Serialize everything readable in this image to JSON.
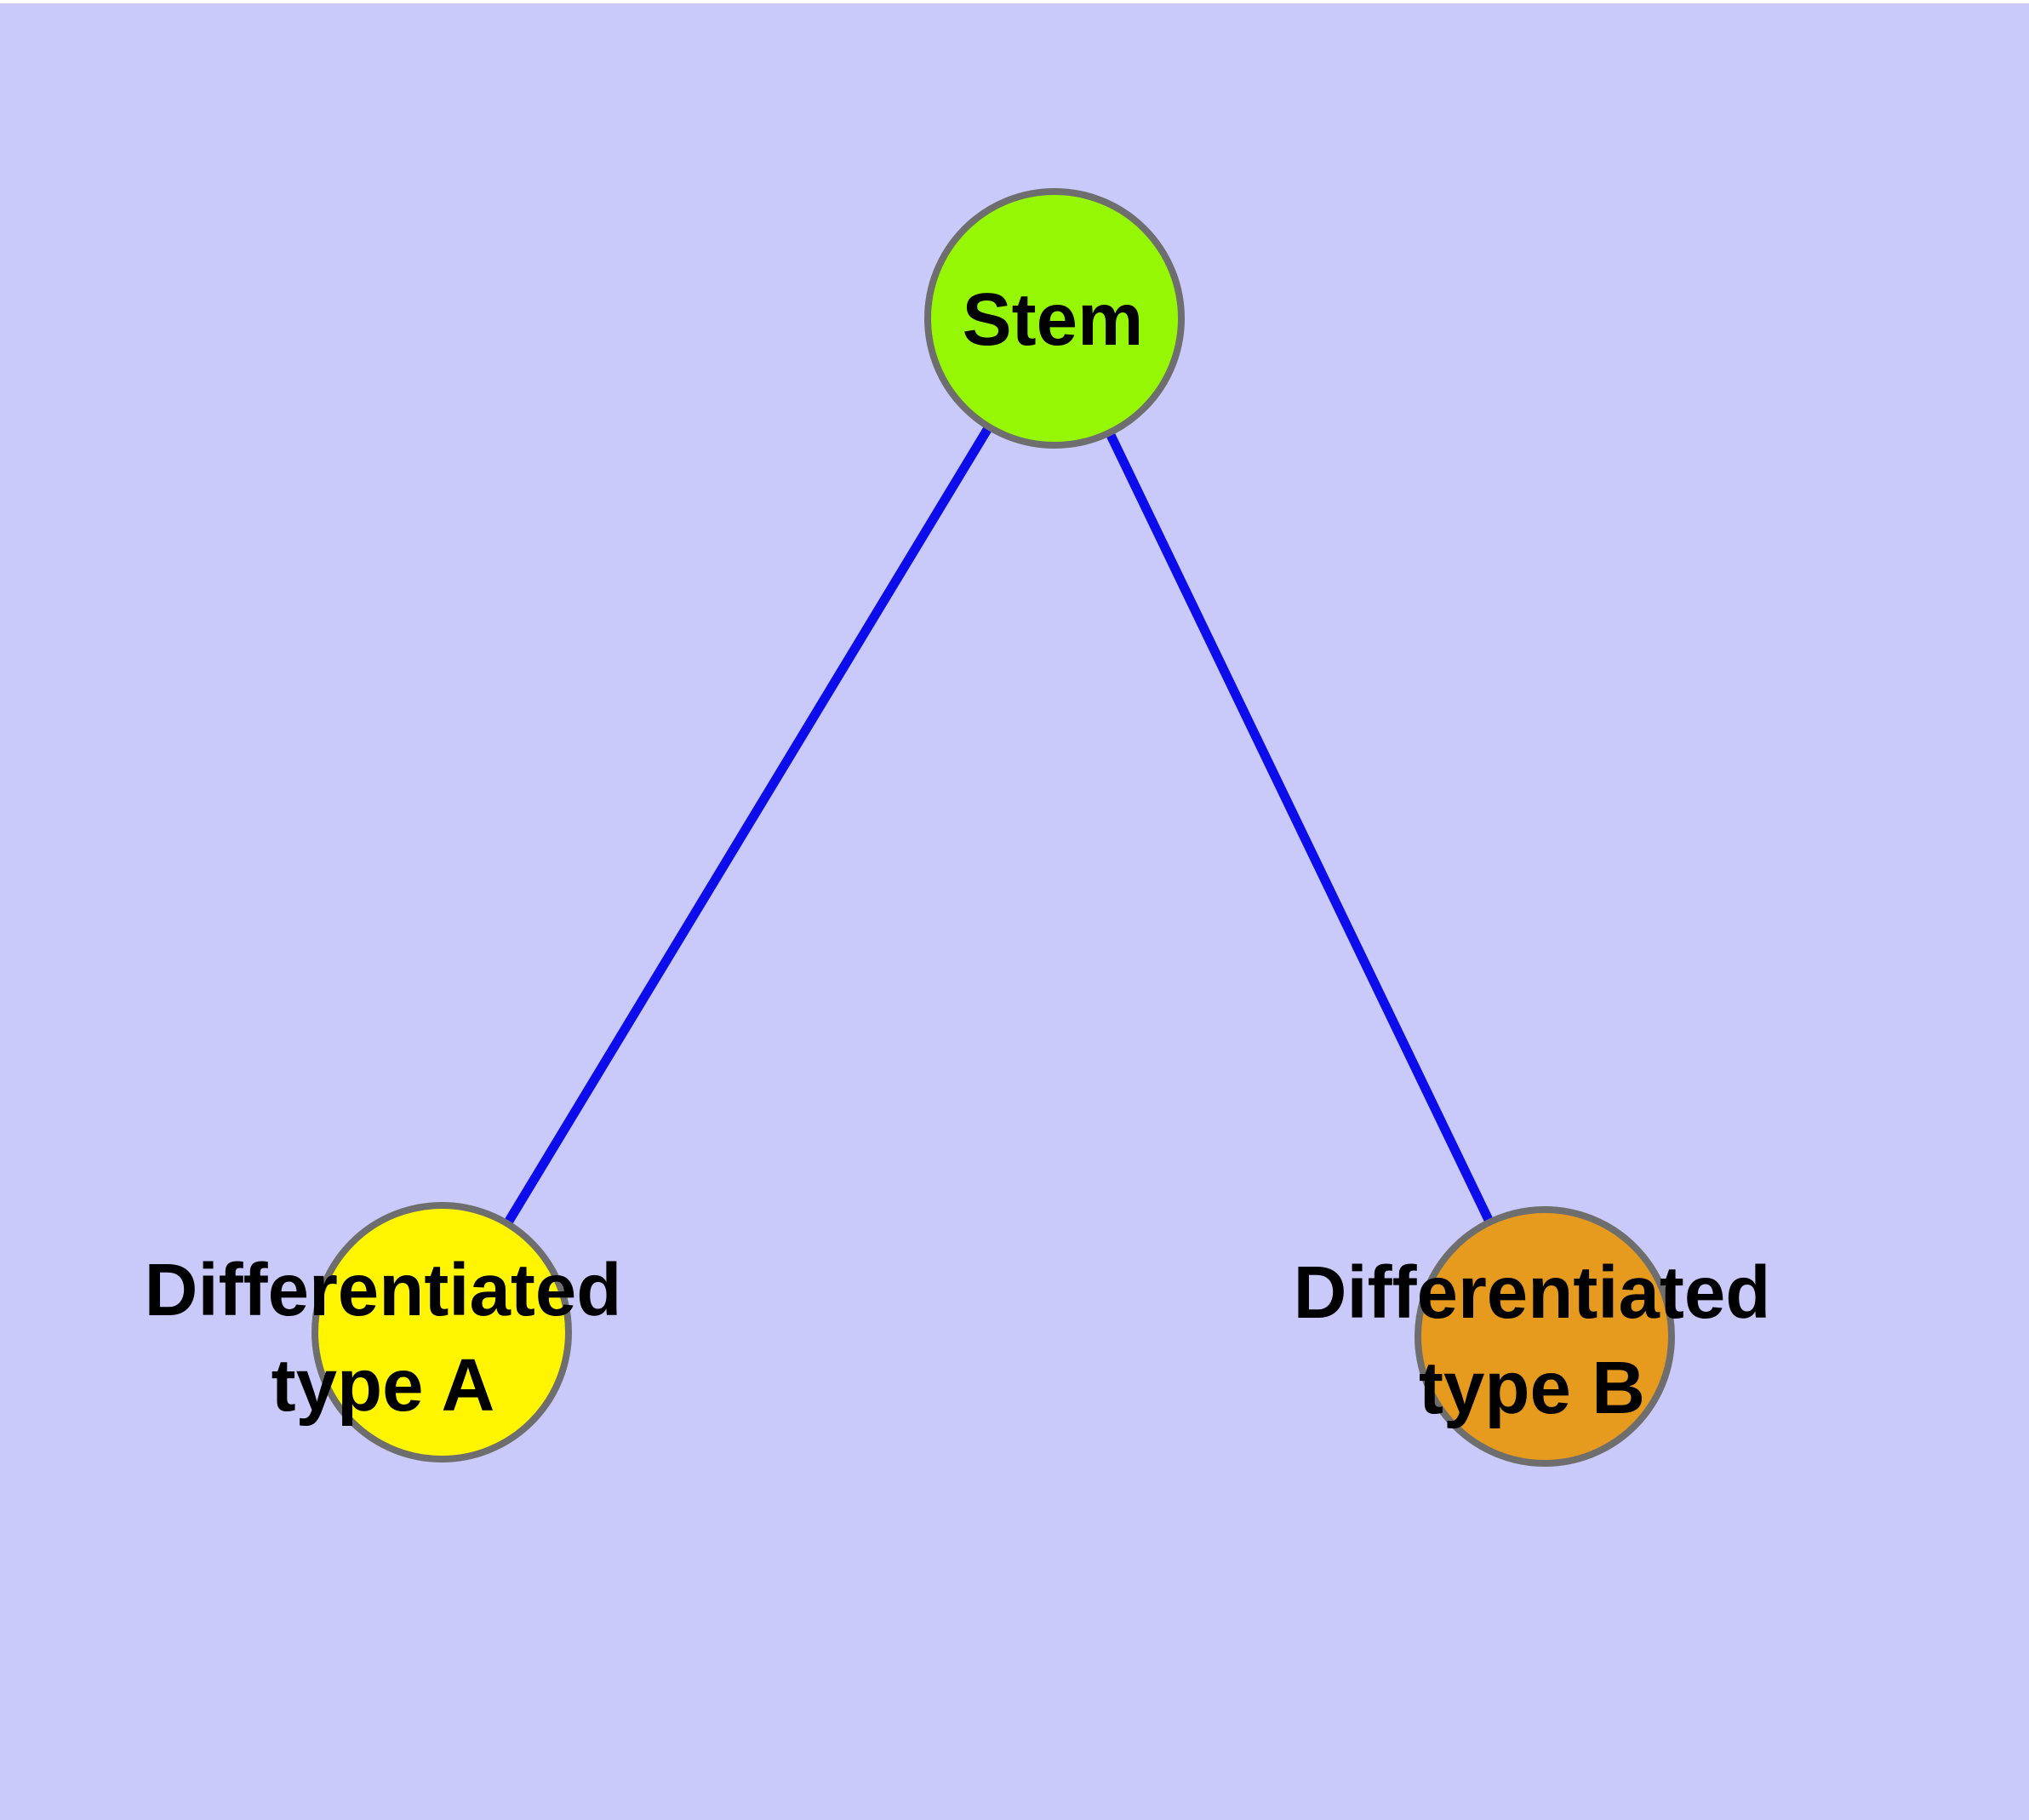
{
  "diagram": {
    "type": "graph",
    "description": "Cell differentiation tree: a Stem node connected to two differentiated cell type nodes",
    "background_color": "#C9C9FA",
    "margin_color": "#FFFFFF",
    "edge_color": "#0D0DEB",
    "node_border_color": "#6E6E6E",
    "label_color": "#000000",
    "nodes": [
      {
        "id": "stem",
        "label": "Stem",
        "label_line1": "Stem",
        "label_line2": "",
        "fill": "#96F705"
      },
      {
        "id": "diff-a",
        "label": "Differentiated type A",
        "label_line1": "Differentiated",
        "label_line2": "type A",
        "fill": "#FFF500"
      },
      {
        "id": "diff-b",
        "label": "Differentiated type B",
        "label_line1": "Differentiated",
        "label_line2": "type B",
        "fill": "#E69B1E"
      }
    ],
    "edges": [
      {
        "from": "stem",
        "to": "diff-a"
      },
      {
        "from": "stem",
        "to": "diff-b"
      }
    ]
  }
}
